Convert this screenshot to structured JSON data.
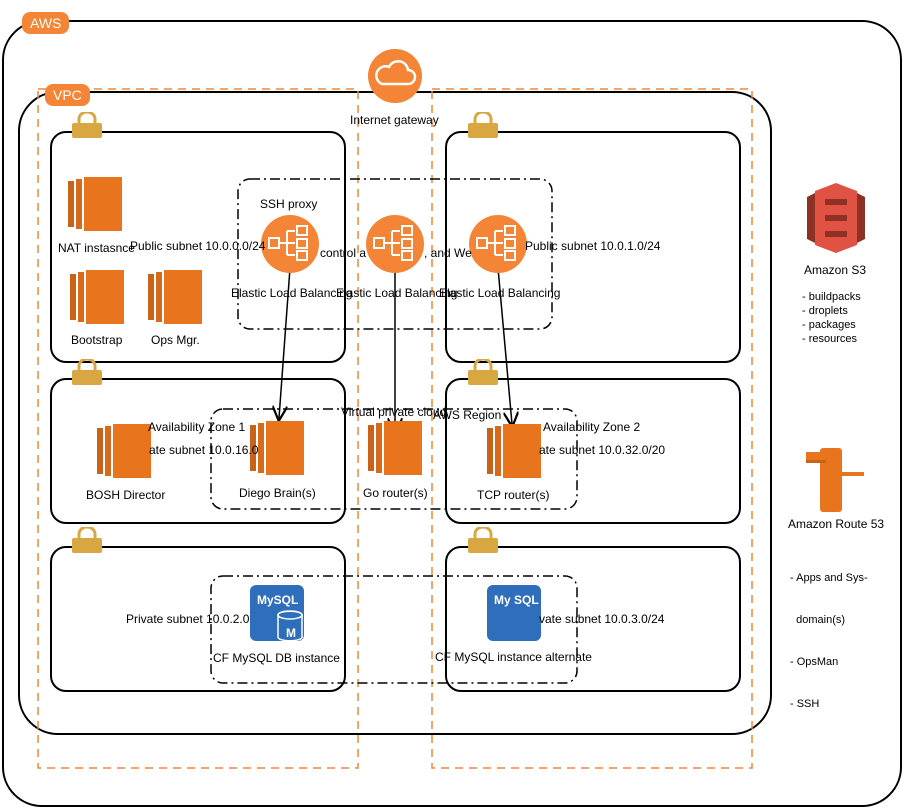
{
  "aws": {
    "tag": "AWS"
  },
  "vpc": {
    "tag": "VPC"
  },
  "internet_gateway": {
    "label": "Internet gateway"
  },
  "az1": {
    "label": "Availability Zone 1"
  },
  "az2": {
    "label": "Availability Zone 2"
  },
  "region": {
    "label": "AWS Region"
  },
  "vpc_label": {
    "label": "Virtual private cloud"
  },
  "subnets": {
    "public1": "Public subnet 10.0.0.0/24",
    "public2": "Public subnet 10.0.1.0/24",
    "private1_infra": "ate subnet 10.0.16.0",
    "private2_infra": "ate subnet 10.0.32.0/20",
    "private1_db": "Private subnet  10.0.2.0",
    "private2_db": "vate subnet 10.0.3.0/24"
  },
  "security_group": {
    "label": "control a",
    "label2": ", and We"
  },
  "ssh_proxy": {
    "label": "SSH proxy"
  },
  "elb": {
    "label1": "Elastic Load Balancing",
    "label2": "Elastic Load Balancing",
    "label3": "Elastic Load Balancing"
  },
  "instances": {
    "nat": "NAT instasnce",
    "bootstrap": "Bootstrap",
    "opsmgr": "Ops Mgr.",
    "bosh": "BOSH Director",
    "diego": "Diego Brain(s)",
    "gorouter": "Go router(s)",
    "tcprouter": "TCP router(s)"
  },
  "db": {
    "mysql_text": "MySQL",
    "mysql_m": "M",
    "cf_mysql": "CF MySQL DB instance",
    "cf_mysql_alt": "CF MySQL instance alternate",
    "mysql_text2": "My SQL"
  },
  "s3": {
    "title": "Amazon S3",
    "items": [
      "- buildpacks",
      "- droplets",
      "- packages",
      "- resources"
    ]
  },
  "route53": {
    "title": "Amazon Route 53",
    "items": [
      "- Apps and Sys-",
      "  domain(s)",
      "- OpsMan",
      "- SSH"
    ]
  },
  "colors": {
    "aws_orange": "#F58536",
    "ec2_orange": "#E8741E",
    "lock_gold": "#D9A741",
    "s3_red": "#E05243",
    "mysql_blue": "#2F6EBA"
  }
}
